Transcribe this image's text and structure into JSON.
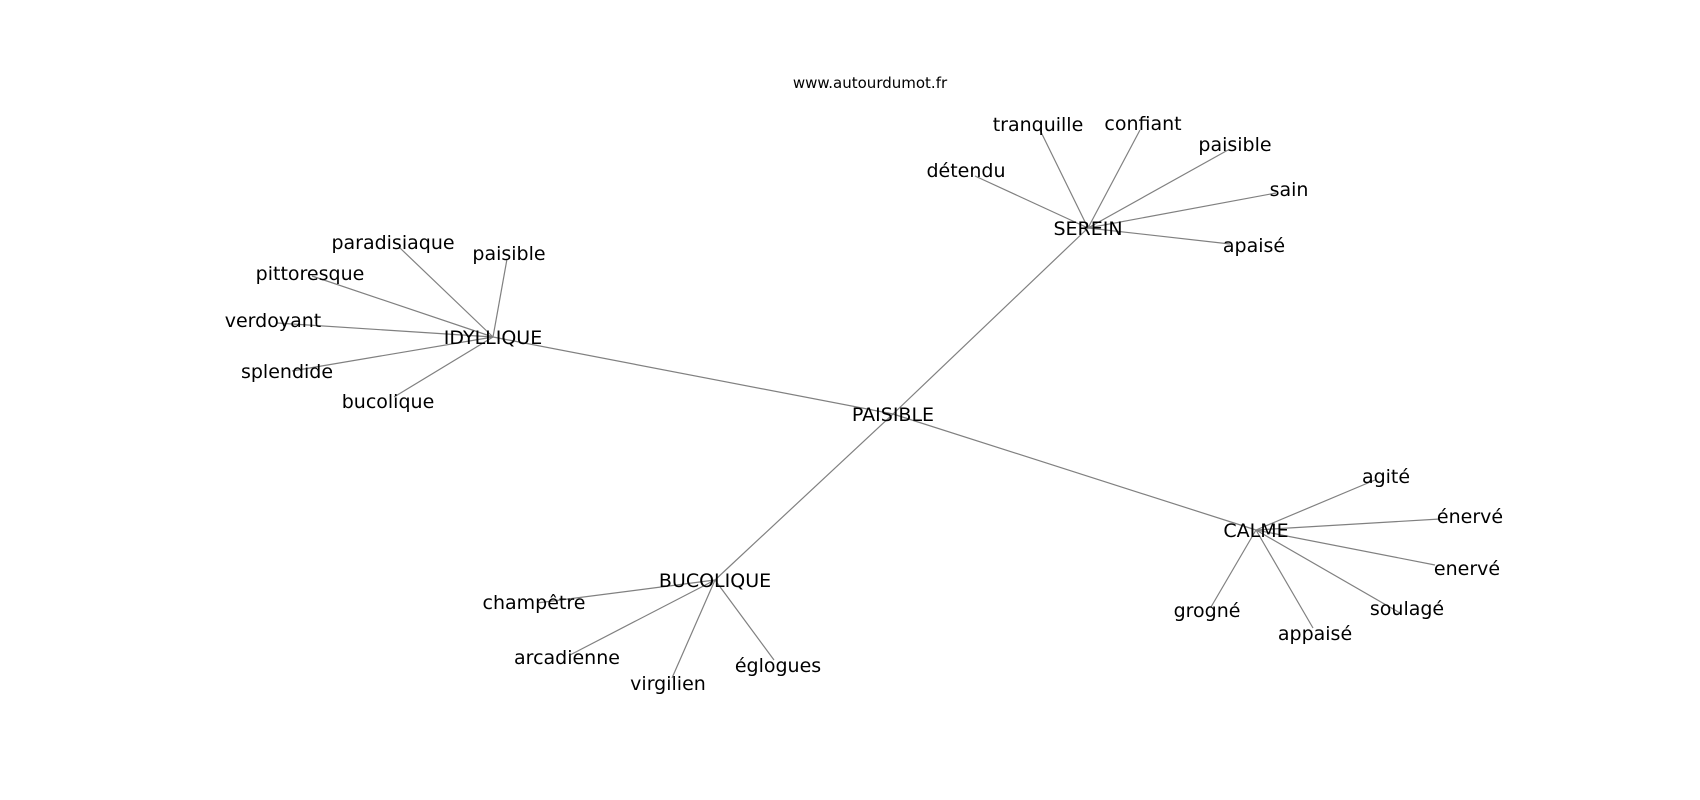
{
  "site": "www.autourdumot.fr",
  "graph": {
    "center": "PAISIBLE",
    "hubs": [
      {
        "label": "SEREIN",
        "words": [
          "tranquille",
          "confiant",
          "paisible",
          "détendu",
          "sain",
          "apaisé"
        ]
      },
      {
        "label": "IDYLLIQUE",
        "words": [
          "paradisiaque",
          "paisible",
          "pittoresque",
          "verdoyant",
          "splendide",
          "bucolique"
        ]
      },
      {
        "label": "BUCOLIQUE",
        "words": [
          "champêtre",
          "arcadienne",
          "virgilien",
          "églogues"
        ]
      },
      {
        "label": "CALME",
        "words": [
          "agité",
          "énervé",
          "enervé",
          "soulagé",
          "appaisé",
          "grogné"
        ]
      }
    ]
  }
}
